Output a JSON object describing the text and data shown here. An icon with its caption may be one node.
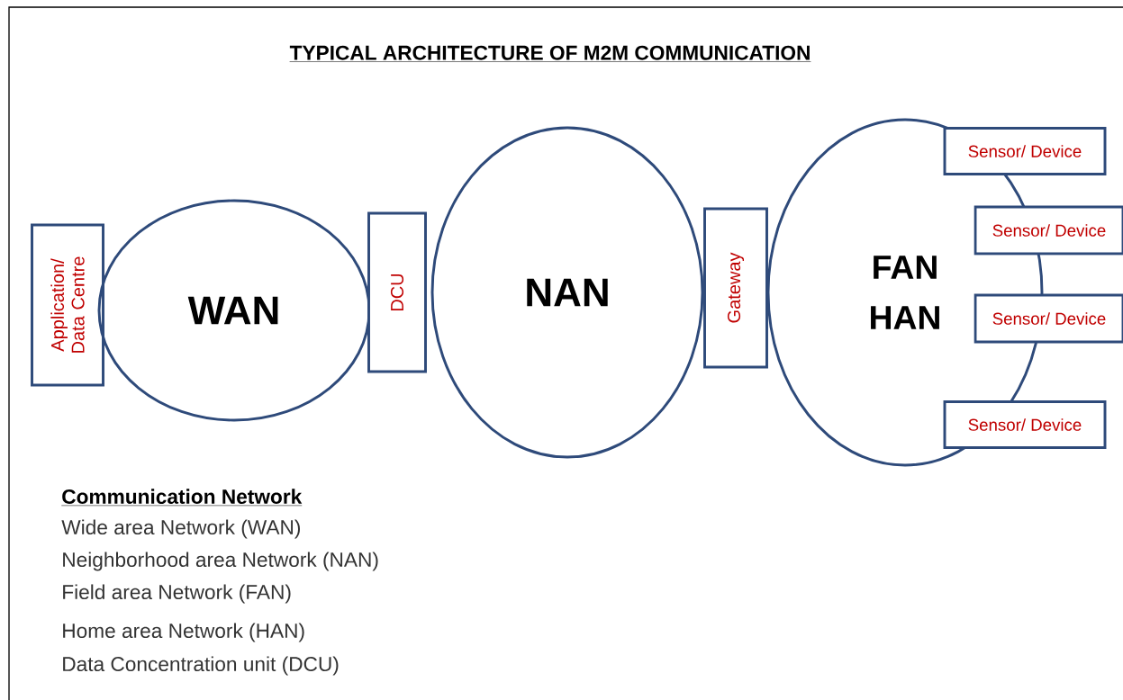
{
  "diagram": {
    "title": "TYPICAL ARCHITECTURE OF M2M COMMUNICATION",
    "nodes": [
      {
        "text": [
          "Application/ Data Centre"
        ]
      },
      {
        "text": [
          "WAN"
        ]
      },
      {
        "text": [
          "DCU"
        ]
      },
      {
        "text": [
          "NAN"
        ]
      },
      {
        "text": [
          "Gateway"
        ]
      },
      {
        "text": [
          "FAN",
          "HAN"
        ]
      },
      {
        "text": [
          "Sensor/ Device"
        ]
      },
      {
        "text": [
          "Sensor/ Device"
        ]
      },
      {
        "text": [
          "Sensor/ Device"
        ]
      },
      {
        "text": [
          "Sensor/ Device"
        ]
      }
    ],
    "labels": [
      "Communication Network",
      "Wide area Network (WAN)",
      "Neighborhood area Network (NAN)",
      "Field area Network (FAN)",
      "Home area Network (HAN)",
      "Data Concentration unit (DCU)"
    ]
  }
}
